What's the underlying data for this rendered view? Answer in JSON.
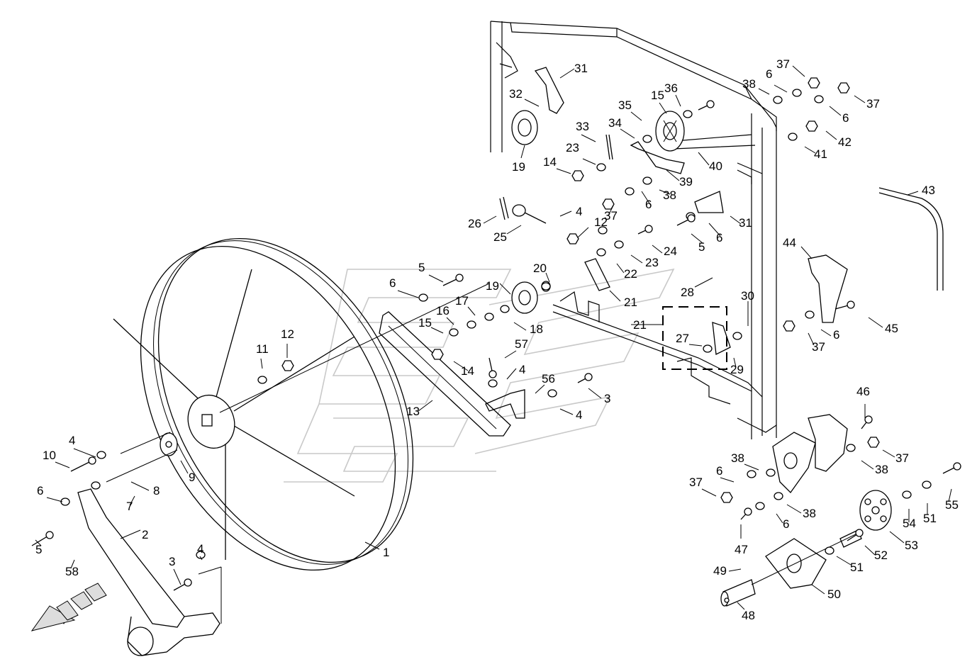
{
  "diagram": {
    "type": "exploded-parts-drawing",
    "callouts": [
      {
        "id": "c1",
        "label": "1"
      },
      {
        "id": "c2",
        "label": "2"
      },
      {
        "id": "c3a",
        "label": "3"
      },
      {
        "id": "c3b",
        "label": "3"
      },
      {
        "id": "c4a",
        "label": "4"
      },
      {
        "id": "c4b",
        "label": "4"
      },
      {
        "id": "c4c",
        "label": "4"
      },
      {
        "id": "c4d",
        "label": "4"
      },
      {
        "id": "c4e",
        "label": "4"
      },
      {
        "id": "c5a",
        "label": "5"
      },
      {
        "id": "c5b",
        "label": "5"
      },
      {
        "id": "c5c",
        "label": "5"
      },
      {
        "id": "c6a",
        "label": "6"
      },
      {
        "id": "c6b",
        "label": "6"
      },
      {
        "id": "c6c",
        "label": "6"
      },
      {
        "id": "c6d",
        "label": "6"
      },
      {
        "id": "c6e",
        "label": "6"
      },
      {
        "id": "c6f",
        "label": "6"
      },
      {
        "id": "c6g",
        "label": "6"
      },
      {
        "id": "c6h",
        "label": "6"
      },
      {
        "id": "c6i",
        "label": "6"
      },
      {
        "id": "c7",
        "label": "7"
      },
      {
        "id": "c8",
        "label": "8"
      },
      {
        "id": "c9",
        "label": "9"
      },
      {
        "id": "c10",
        "label": "10"
      },
      {
        "id": "c11",
        "label": "11"
      },
      {
        "id": "c12a",
        "label": "12"
      },
      {
        "id": "c12b",
        "label": "12"
      },
      {
        "id": "c13",
        "label": "13"
      },
      {
        "id": "c14a",
        "label": "14"
      },
      {
        "id": "c14b",
        "label": "14"
      },
      {
        "id": "c15a",
        "label": "15"
      },
      {
        "id": "c15b",
        "label": "15"
      },
      {
        "id": "c16",
        "label": "16"
      },
      {
        "id": "c17",
        "label": "17"
      },
      {
        "id": "c18",
        "label": "18"
      },
      {
        "id": "c19a",
        "label": "19"
      },
      {
        "id": "c19b",
        "label": "19"
      },
      {
        "id": "c20",
        "label": "20"
      },
      {
        "id": "c21a",
        "label": "21"
      },
      {
        "id": "c21b",
        "label": "21"
      },
      {
        "id": "c22",
        "label": "22"
      },
      {
        "id": "c23a",
        "label": "23"
      },
      {
        "id": "c23b",
        "label": "23"
      },
      {
        "id": "c24",
        "label": "24"
      },
      {
        "id": "c25",
        "label": "25"
      },
      {
        "id": "c26",
        "label": "26"
      },
      {
        "id": "c27",
        "label": "27"
      },
      {
        "id": "c28",
        "label": "28"
      },
      {
        "id": "c29",
        "label": "29"
      },
      {
        "id": "c30",
        "label": "30"
      },
      {
        "id": "c31a",
        "label": "31"
      },
      {
        "id": "c31b",
        "label": "31"
      },
      {
        "id": "c32",
        "label": "32"
      },
      {
        "id": "c33",
        "label": "33"
      },
      {
        "id": "c34",
        "label": "34"
      },
      {
        "id": "c35",
        "label": "35"
      },
      {
        "id": "c36",
        "label": "36"
      },
      {
        "id": "c37a",
        "label": "37"
      },
      {
        "id": "c37b",
        "label": "37"
      },
      {
        "id": "c37c",
        "label": "37"
      },
      {
        "id": "c37d",
        "label": "37"
      },
      {
        "id": "c37e",
        "label": "37"
      },
      {
        "id": "c37f",
        "label": "37"
      },
      {
        "id": "c38a",
        "label": "38"
      },
      {
        "id": "c38b",
        "label": "38"
      },
      {
        "id": "c38c",
        "label": "38"
      },
      {
        "id": "c38d",
        "label": "38"
      },
      {
        "id": "c38e",
        "label": "38"
      },
      {
        "id": "c39",
        "label": "39"
      },
      {
        "id": "c40",
        "label": "40"
      },
      {
        "id": "c41",
        "label": "41"
      },
      {
        "id": "c42",
        "label": "42"
      },
      {
        "id": "c43",
        "label": "43"
      },
      {
        "id": "c44",
        "label": "44"
      },
      {
        "id": "c45",
        "label": "45"
      },
      {
        "id": "c46",
        "label": "46"
      },
      {
        "id": "c47",
        "label": "47"
      },
      {
        "id": "c48",
        "label": "48"
      },
      {
        "id": "c49",
        "label": "49"
      },
      {
        "id": "c50",
        "label": "50"
      },
      {
        "id": "c51a",
        "label": "51"
      },
      {
        "id": "c51b",
        "label": "51"
      },
      {
        "id": "c52",
        "label": "52"
      },
      {
        "id": "c53",
        "label": "53"
      },
      {
        "id": "c54",
        "label": "54"
      },
      {
        "id": "c55",
        "label": "55"
      },
      {
        "id": "c56",
        "label": "56"
      },
      {
        "id": "c57",
        "label": "57"
      },
      {
        "id": "c58",
        "label": "58"
      }
    ]
  }
}
